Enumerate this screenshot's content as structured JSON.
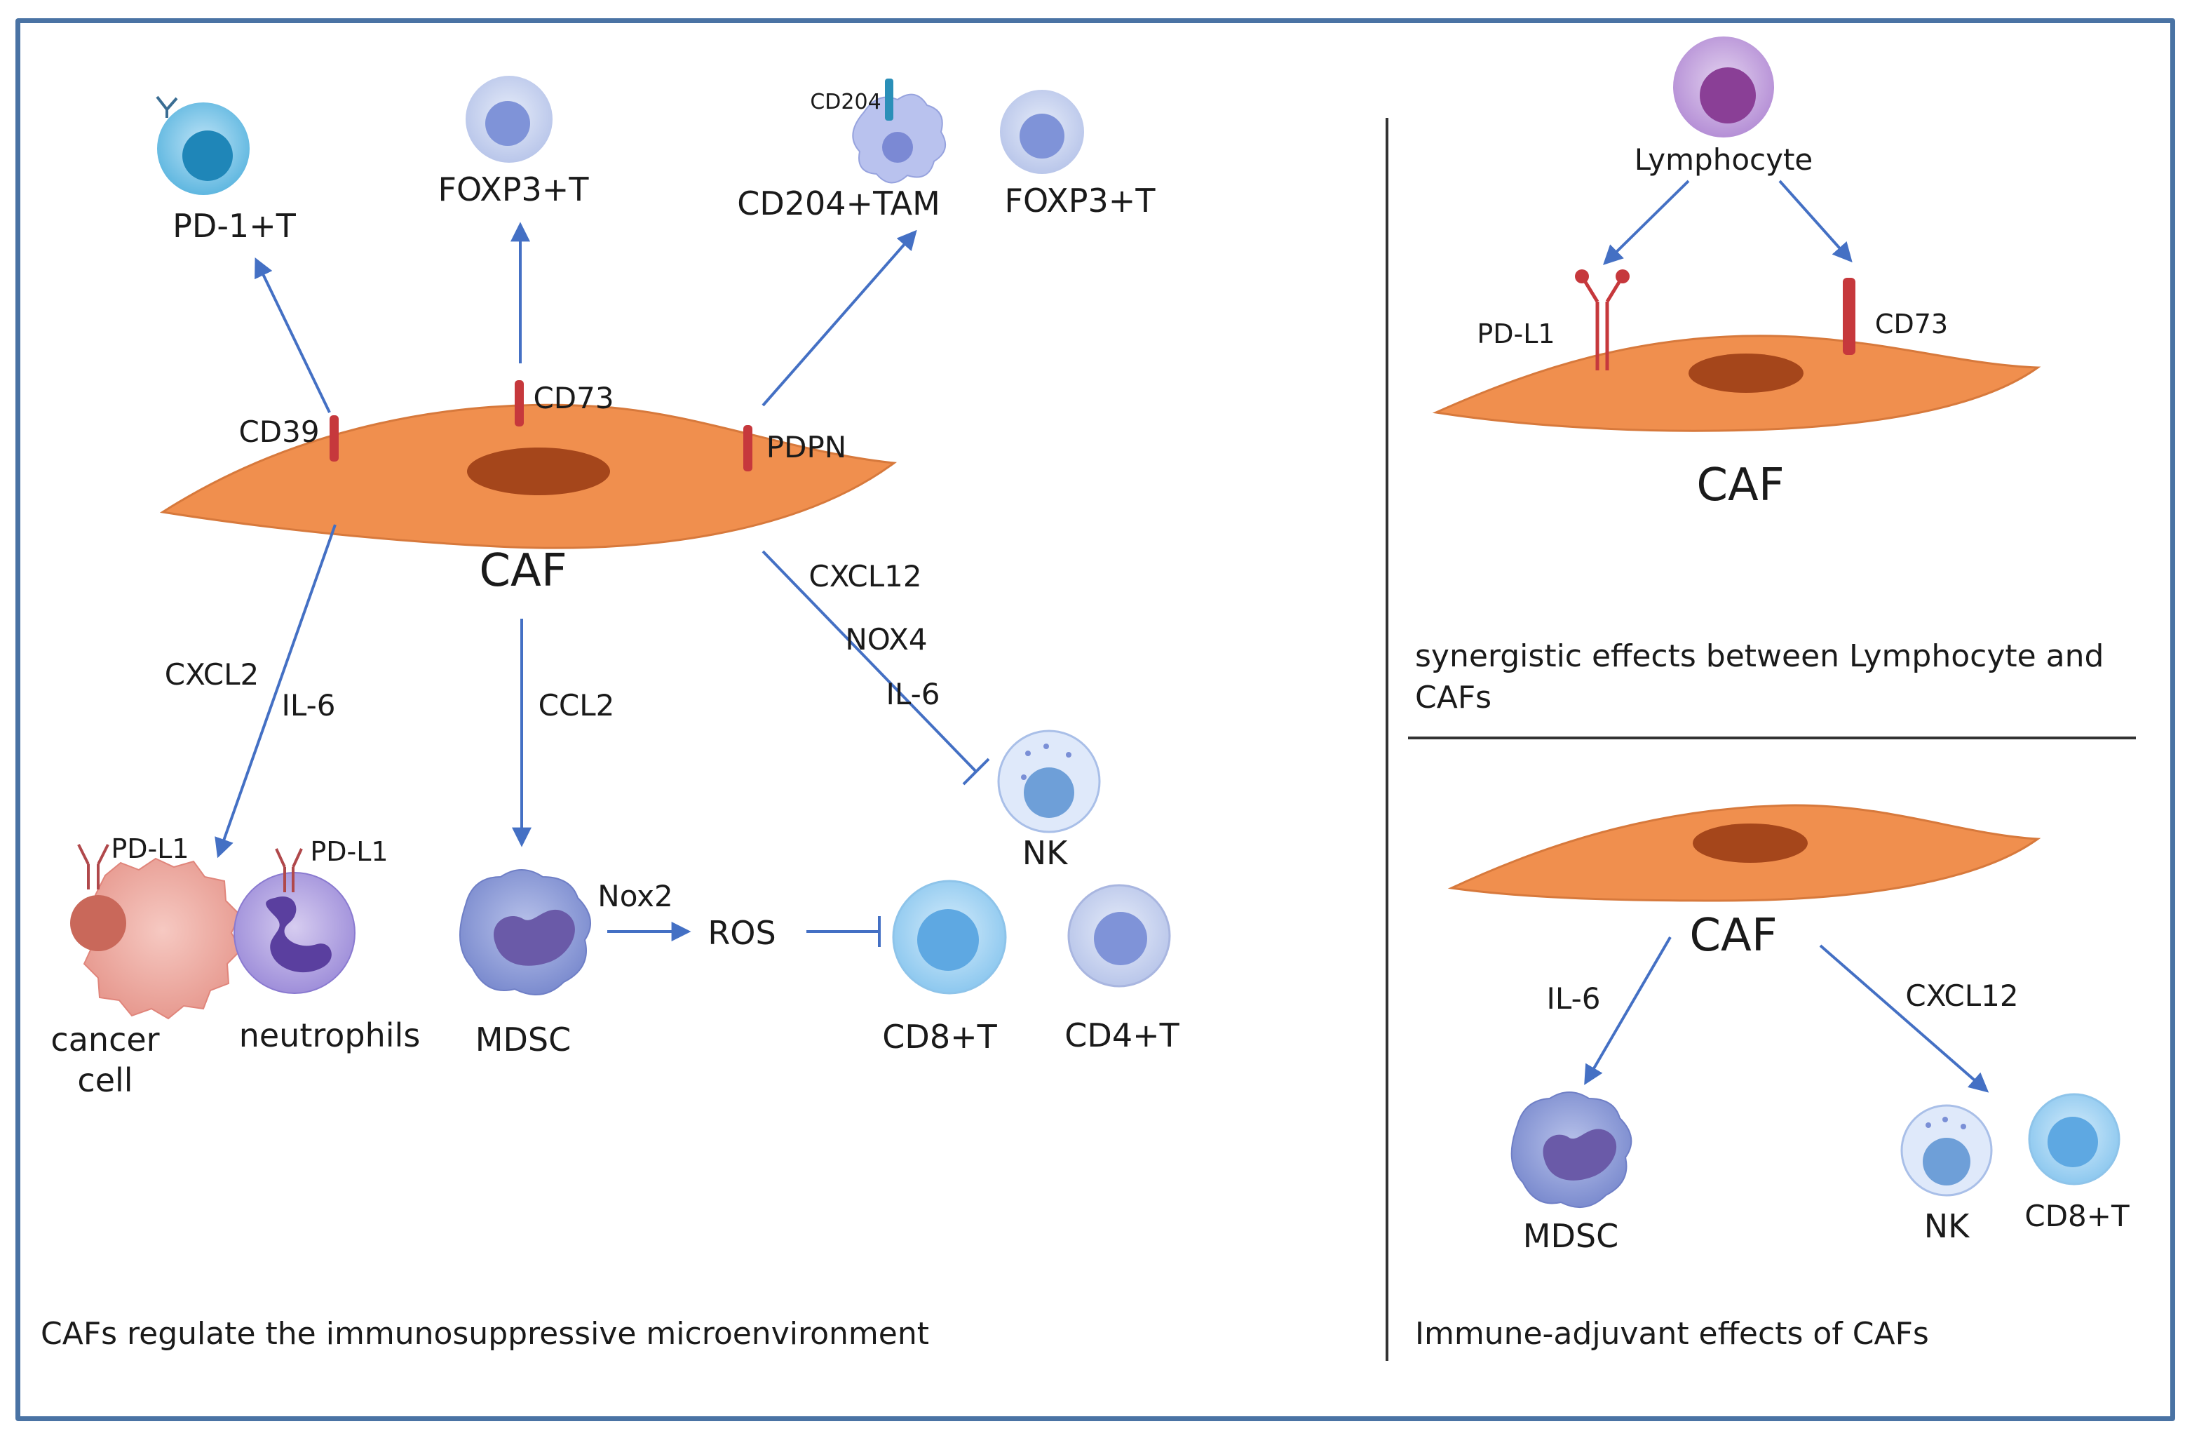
{
  "left_panel": {
    "caption": "CAFs regulate the immunosuppressive microenvironment",
    "caf_label": "CAF",
    "receptors": {
      "cd39": "CD39",
      "cd73": "CD73",
      "pdpn": "PDPN"
    },
    "top_cells": {
      "pd1_t": "PD-1+T",
      "foxp3_t_1": "FOXP3+T",
      "cd204_tam": "CD204+TAM",
      "cd204_marker": "CD204",
      "foxp3_t_2": "FOXP3+T"
    },
    "signals": {
      "cxcl2": "CXCL2",
      "il6": "IL-6",
      "ccl2": "CCL2",
      "cxcl12": "CXCL12",
      "nox4": "NOX4",
      "il6_b": "IL-6",
      "nox2": "Nox2",
      "ros": "ROS"
    },
    "bottom_cells": {
      "cancer_cell_1": "cancer",
      "cancer_cell_2": "cell",
      "neutrophils": "neutrophils",
      "mdsc": "MDSC",
      "nk": "NK",
      "cd8_t": "CD8+T",
      "cd4_t": "CD4+T",
      "pdl1_a": "PD-L1",
      "pdl1_b": "PD-L1"
    }
  },
  "right_top": {
    "lymphocyte": "Lymphocyte",
    "pdl1": "PD-L1",
    "cd73": "CD73",
    "caf_label": "CAF",
    "caption_line1": "synergistic effects between Lymphocyte and",
    "caption_line2": "CAFs"
  },
  "right_bottom": {
    "caf_label": "CAF",
    "il6": "IL-6",
    "cxcl12": "CXCL12",
    "mdsc": "MDSC",
    "nk": "NK",
    "cd8_t": "CD8+T",
    "caption": "Immune-adjuvant effects of CAFs"
  },
  "colors": {
    "frame": "#4a73a4",
    "caf": "#f08f4e",
    "nucleus": "#a5461b",
    "arrow": "#4470c4",
    "receptor": "#c6383c"
  }
}
